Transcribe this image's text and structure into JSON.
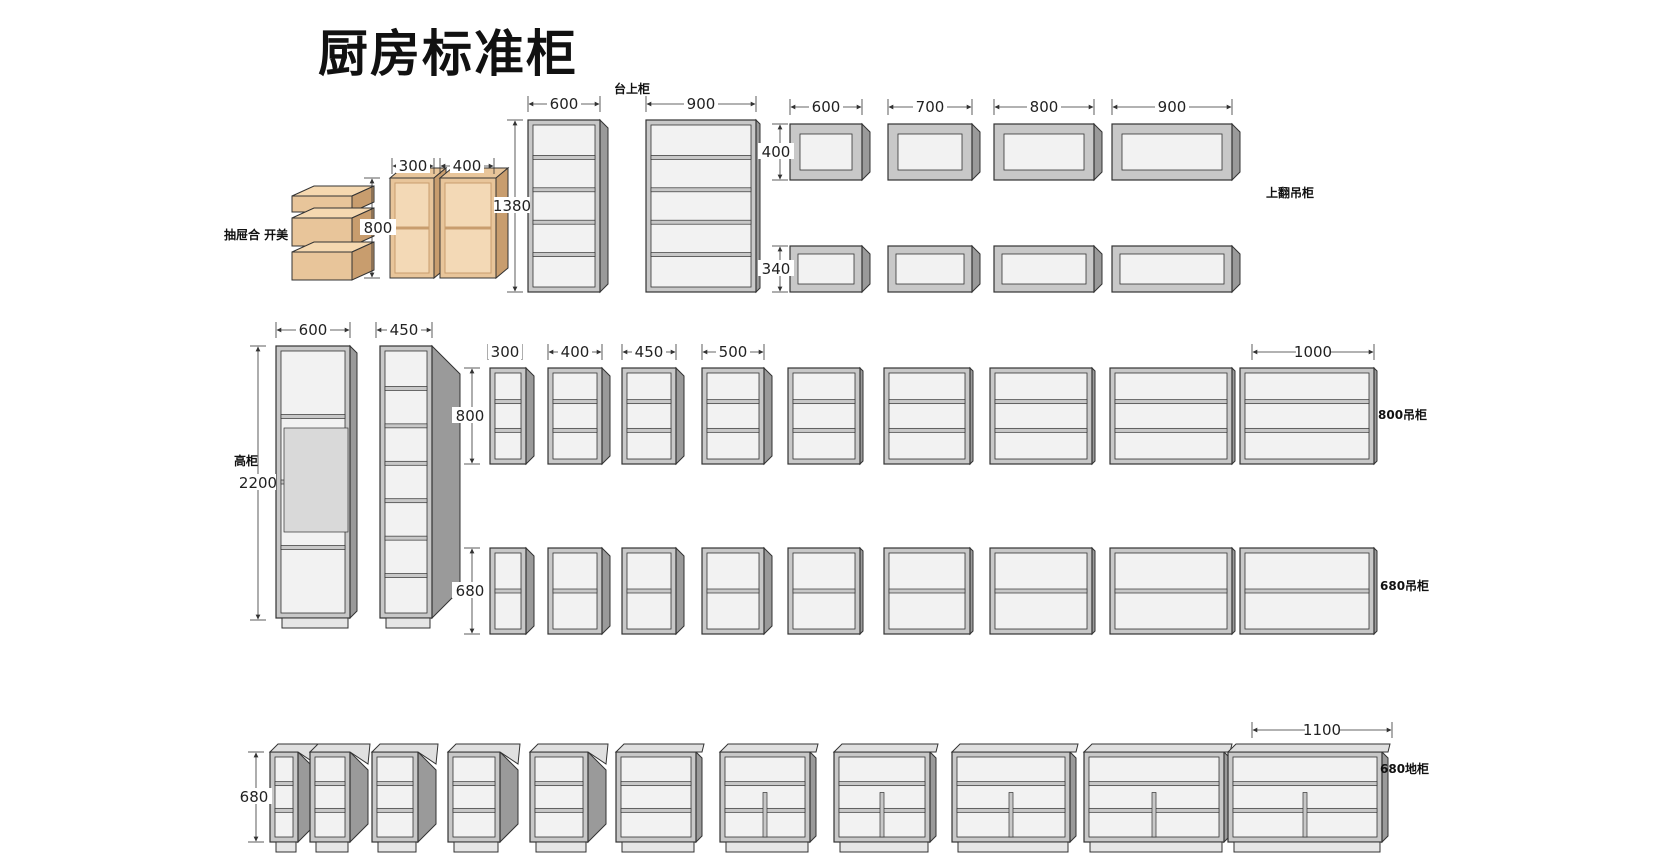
{
  "title": "厨房标准柜",
  "labels": {
    "countertop": "台上柜",
    "flip_wall": "上翻吊柜",
    "drawer_open": "抽屉合  开美",
    "tall": "高柜",
    "wall800": "800吊柜",
    "wall680": "680吊柜",
    "base680": "680地柜"
  },
  "dims": {
    "d300a": "300",
    "d400a": "400",
    "d800a": "800",
    "d600a": "600",
    "d1380": "1380",
    "d900a": "900",
    "t600": "600",
    "t700": "700",
    "t800": "800",
    "t900": "900",
    "h400": "400",
    "h340": "340",
    "w600": "600",
    "w450": "450",
    "h2200": "2200",
    "s300": "300",
    "s400": "400",
    "s450": "450",
    "s500": "500",
    "s1000": "1000",
    "h800": "800",
    "h680a": "680",
    "b680": "680",
    "b1100": "1100"
  },
  "colors": {
    "line": "#333333",
    "panel": "#c8c8c8",
    "panel_dark": "#9a9a9a",
    "inner": "#f2f2f2",
    "wood": "#e8c59a",
    "wood_dark": "#c89d6e"
  }
}
